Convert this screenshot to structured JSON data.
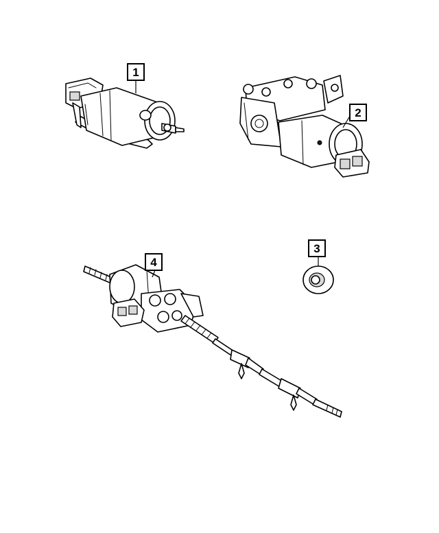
{
  "callouts": [
    {
      "id": "1",
      "label": "1"
    },
    {
      "id": "2",
      "label": "2"
    },
    {
      "id": "3",
      "label": "3"
    },
    {
      "id": "4",
      "label": "4"
    }
  ],
  "colors": {
    "line": "#000000",
    "fill": "#ffffff",
    "shade": "#d9d9d9"
  }
}
